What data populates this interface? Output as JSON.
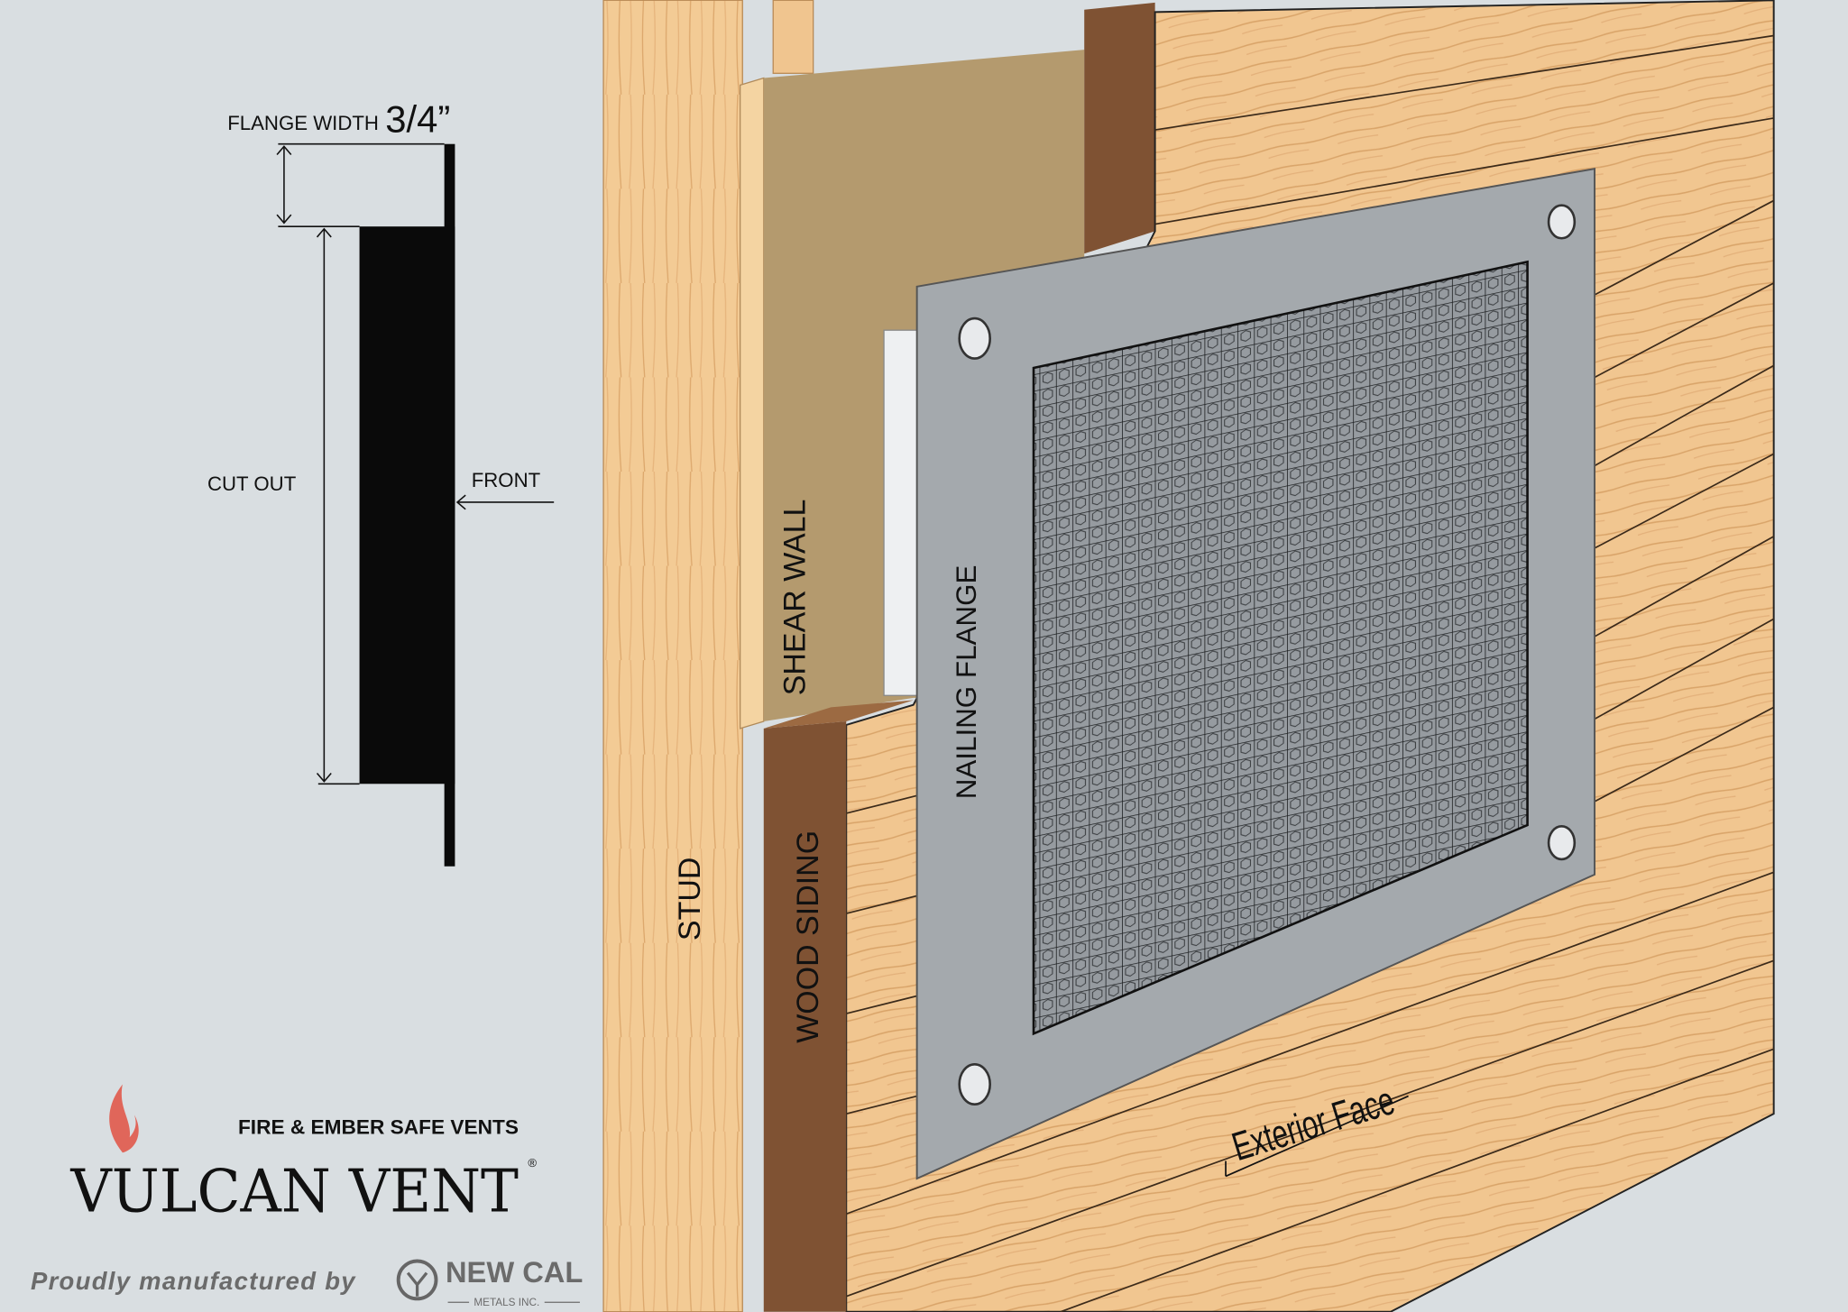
{
  "diagram": {
    "flange_label": "FLANGE WIDTH",
    "flange_value": "3/4”",
    "cut_out_label": "CUT OUT",
    "front_label": "FRONT",
    "stud_label": "STUD",
    "shear_wall_label": "SHEAR WALL",
    "wood_siding_label": "WOOD SIDING",
    "nailing_flange_label": "NAILING FLANGE",
    "exterior_face_label": "Exterior Face"
  },
  "branding": {
    "tagline": "FIRE & EMBER SAFE VENTS",
    "brand_name": "VULCAN VENT",
    "registered": "®",
    "manufactured_by": "Proudly manufactured by",
    "maker_name": "NEW CAL",
    "maker_sub": "METALS INC.",
    "watermark": "NEW CAL METALS INC."
  },
  "colors": {
    "background": "#d9dee1",
    "wood": "#f1c690",
    "wood_edge": "#7f5233",
    "shear_wall": "#b49a6e",
    "vent_metal": "#a4a9ad",
    "flame": "#e0665a"
  }
}
